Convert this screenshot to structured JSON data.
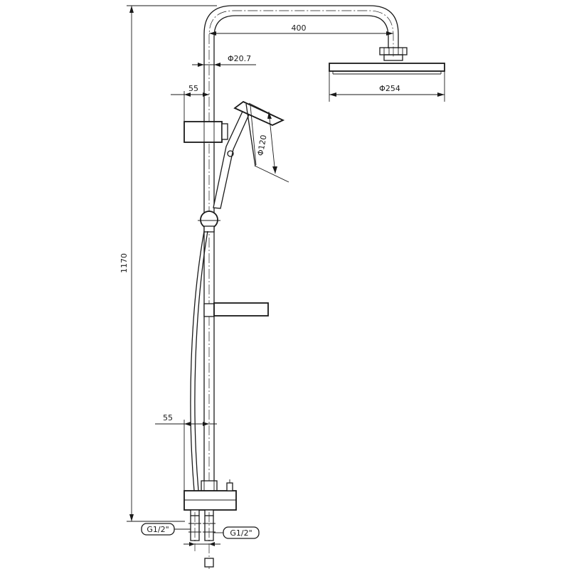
{
  "dimensions": {
    "head_arm_length": "400",
    "pipe_diameter": "Φ20.7",
    "head_diameter": "Φ254",
    "bracket_offset_top": "55",
    "hand_shower_diameter": "Φ120",
    "total_height": "1170",
    "bracket_offset_bottom": "55",
    "inlet_left": "G1/2\"",
    "inlet_right": "G1/2\""
  },
  "colors": {
    "line": "#1a1a1a",
    "background": "#ffffff"
  }
}
